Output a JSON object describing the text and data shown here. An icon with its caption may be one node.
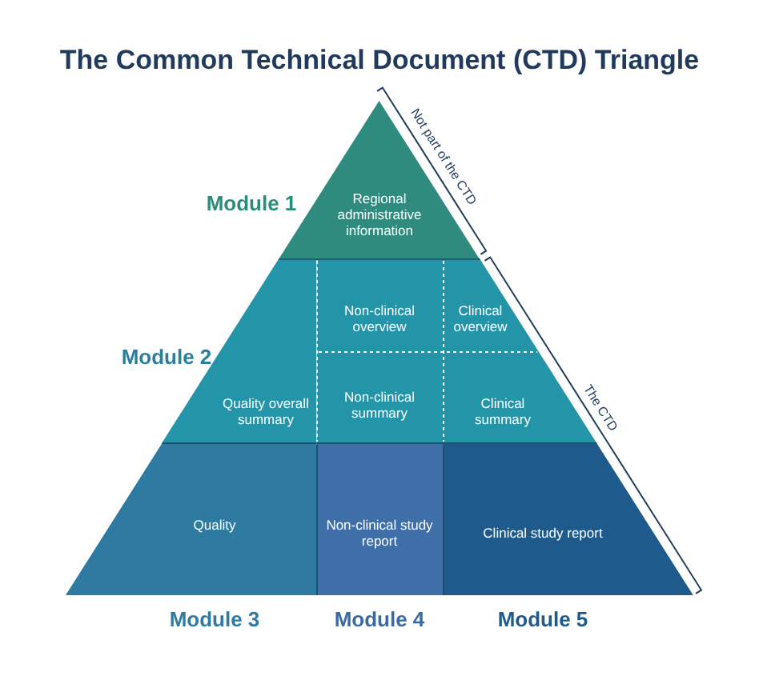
{
  "diagram": {
    "title": "The Common Technical Document (CTD) Triangle",
    "nodes": [
      {
        "text": [
          "Regional administrative information"
        ]
      },
      {
        "text": [
          "Non-clinical overview"
        ]
      },
      {
        "text": [
          "Clinical overview"
        ]
      },
      {
        "text": [
          "Quality overall summary"
        ]
      },
      {
        "text": [
          "Non-clinical summary"
        ]
      },
      {
        "text": [
          "Clinical summary"
        ]
      },
      {
        "text": [
          "Quality"
        ]
      },
      {
        "text": [
          "Non-clinical study report"
        ]
      },
      {
        "text": [
          "Clinical study report"
        ]
      }
    ],
    "labels": [
      "Module 1",
      "Not part of the CTD",
      "Module 2",
      "The CTD",
      "Module 3",
      "Module 4",
      "Module 5"
    ]
  }
}
